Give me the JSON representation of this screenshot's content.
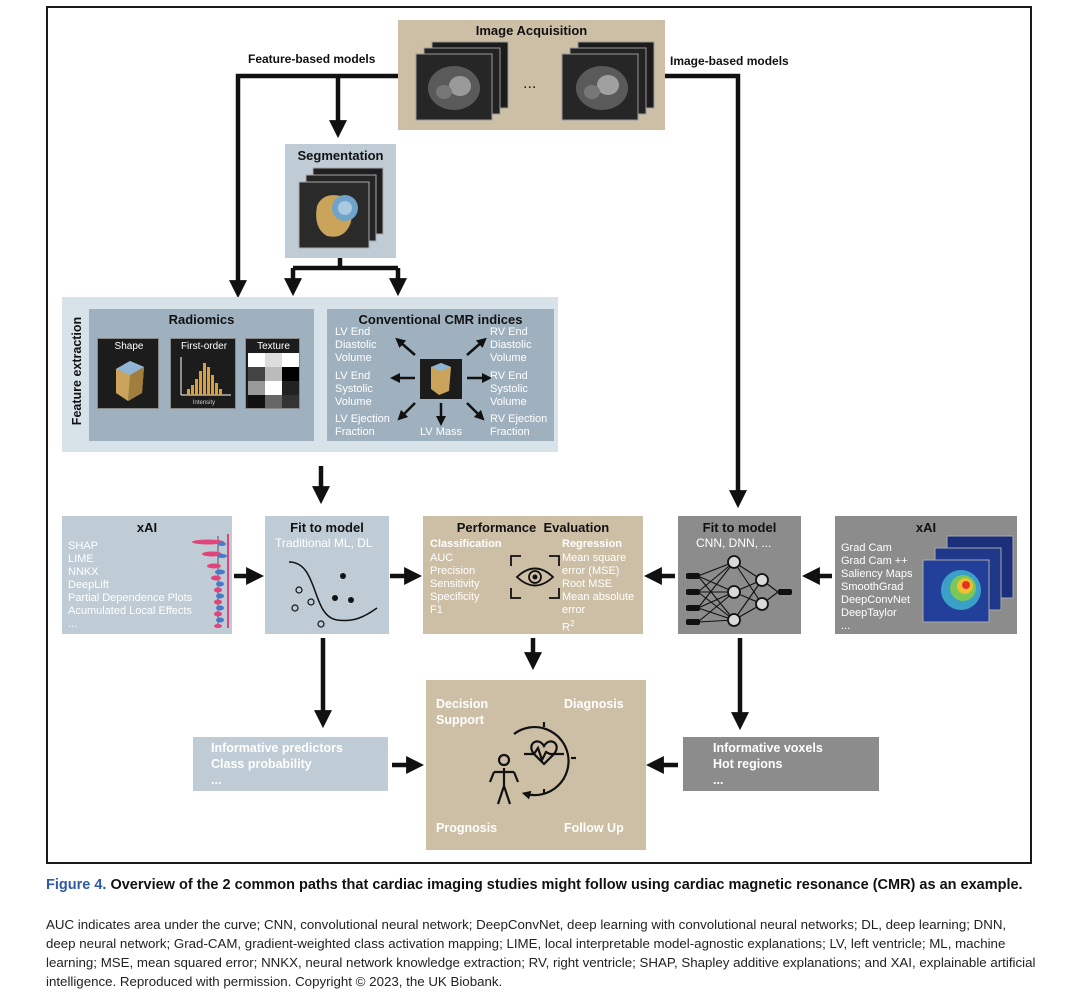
{
  "acquisition": {
    "title": "Image Acquisition",
    "ellipsis": "..."
  },
  "paths": {
    "feature": "Feature-based models",
    "image": "Image-based models"
  },
  "segmentation": {
    "title": "Segmentation"
  },
  "feature_extraction": {
    "label": "Feature extraction"
  },
  "radiomics": {
    "title": "Radiomics",
    "shape": "Shape",
    "first_order": "First-order",
    "texture": "Texture",
    "intensity": "Intensity"
  },
  "cmr": {
    "title": "Conventional CMR indices",
    "lv_edv": [
      "LV End",
      "Diastolic",
      "Volume"
    ],
    "rv_edv": [
      "RV End",
      "Diastolic",
      "Volume"
    ],
    "lv_esv": [
      "LV End",
      "Systolic",
      "Volume"
    ],
    "rv_esv": [
      "RV End",
      "Systolic",
      "Volume"
    ],
    "lv_ef": [
      "LV Ejection",
      "Fraction"
    ],
    "rv_ef": [
      "RV Ejection",
      "Fraction"
    ],
    "lv_mass": "LV Mass"
  },
  "xai_left": {
    "title": "xAI",
    "items": [
      "SHAP",
      "LIME",
      "NNKX",
      "DeepLift",
      "Partial Dependence Plots",
      "Acumulated Local Effects",
      "..."
    ]
  },
  "fit_left": {
    "title": "Fit to model",
    "subtitle": "Traditional ML, DL"
  },
  "performance": {
    "title": "Performance  Evaluation",
    "classification_title": "Classification",
    "classification": [
      "AUC",
      "Precision",
      "Sensitivity",
      "Specificity",
      "F1"
    ],
    "regression_title": "Regression",
    "regression": [
      "Mean square",
      "error (MSE)",
      "Root MSE",
      "Mean absolute",
      "error"
    ],
    "r2_base": "R",
    "r2_sup": "2"
  },
  "fit_right": {
    "title": "Fit to model",
    "subtitle": "CNN, DNN, ..."
  },
  "xai_right": {
    "title": "xAI",
    "items": [
      "Grad Cam",
      "Grad Cam ++",
      "Saliency Maps",
      "SmoothGrad",
      "DeepConvNet",
      "DeepTaylor",
      "..."
    ]
  },
  "predictors": {
    "lines": [
      "Informative predictors",
      "Class probability",
      "..."
    ]
  },
  "voxels": {
    "lines": [
      "Informative voxels",
      "Hot regions",
      "..."
    ]
  },
  "decision": {
    "decision": "Decision",
    "support": "Support",
    "diagnosis": "Diagnosis",
    "prognosis": "Prognosis",
    "follow_up": "Follow Up"
  },
  "caption": {
    "figure_label": "Figure 4.",
    "title": " Overview of the 2 common paths that cardiac imaging studies might follow using cardiac magnetic resonance (CMR) as an example.",
    "body": "AUC indicates area under the curve; CNN, convolutional neural network; DeepConvNet, deep learning with convolutional neural networks; DL, deep learning; DNN, deep neural network; Grad-CAM, gradient-weighted class activation mapping; LIME, local interpretable model-agnostic explanations; LV, left ventricle; ML, machine learning; MSE, mean squared error; NNKX, neural network knowledge extraction; RV, right ventricle; SHAP, Shapley additive explanations; and XAI, explainable artificial intelligence. Reproduced with permission. Copyright © 2023, the UK Biobank."
  },
  "colors": {
    "tan": "#cdbfa6",
    "blue": "#bfccd5",
    "gray": "#8c8c8c",
    "caption_blue": "#2f5aa8"
  }
}
